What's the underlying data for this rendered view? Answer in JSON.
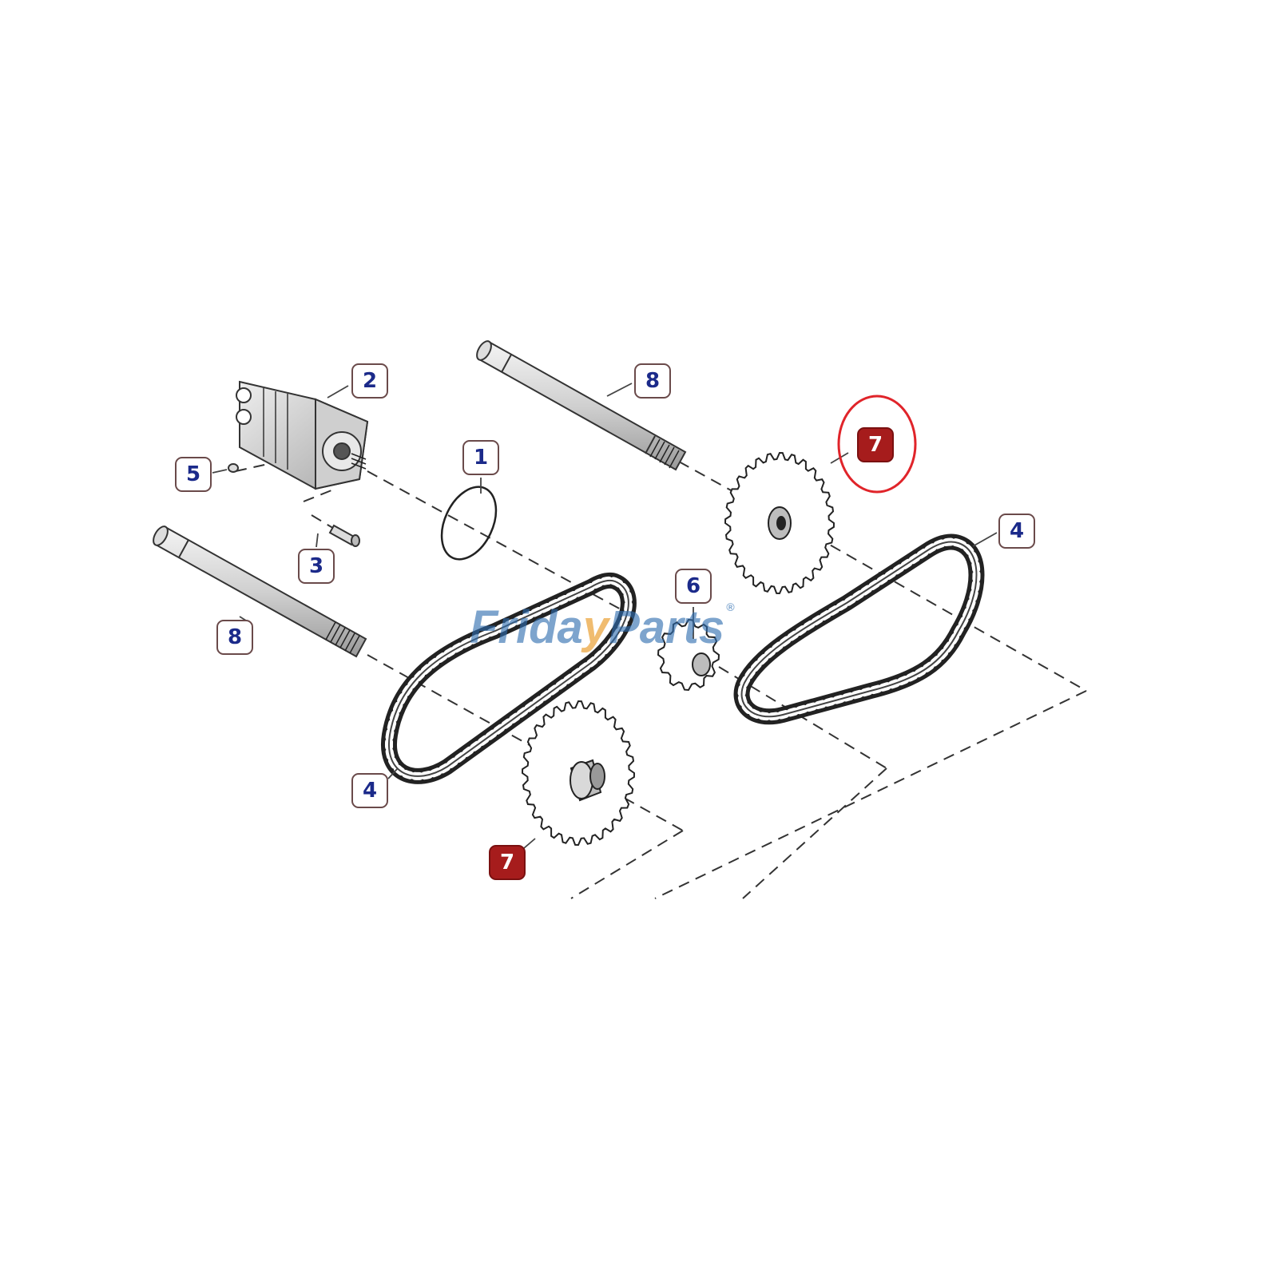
{
  "callouts": {
    "c1": "1",
    "c2": "2",
    "c3": "3",
    "c4a": "4",
    "c4b": "4",
    "c5": "5",
    "c6": "6",
    "c7a": "7",
    "c7b": "7",
    "c8a": "8",
    "c8b": "8"
  },
  "highlight_color": "#a61c1c",
  "highlight_ring_color": "#e0242a",
  "label_text_color": "#1b2a8a",
  "watermark": {
    "part1": "Frida",
    "part2": "y",
    "part3": "Parts",
    "reg": "®",
    "colors": [
      "#2e6db0",
      "#e8941a"
    ]
  }
}
